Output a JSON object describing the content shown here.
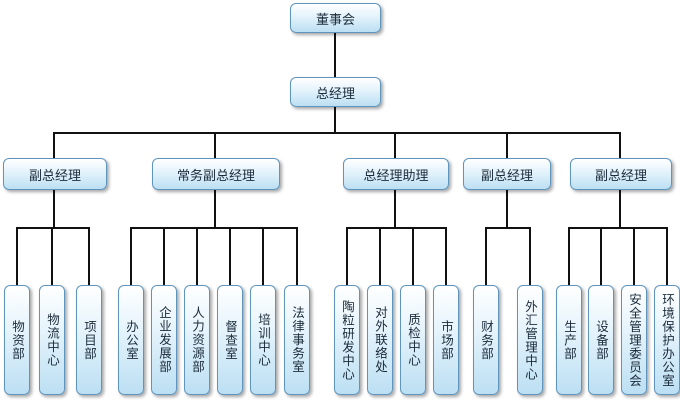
{
  "board": "董事会",
  "gm": "总经理",
  "deputies": [
    {
      "label": "副总经理",
      "depts": [
        "物资部",
        "物流中心",
        "项目部"
      ]
    },
    {
      "label": "常务副总经理",
      "depts": [
        "办公室",
        "企业发展部",
        "人力资源部",
        "督查室",
        "培训中心",
        "法律事务室"
      ]
    },
    {
      "label": "总经理助理",
      "depts": [
        "陶粒研发中心",
        "对外联络处",
        "质检中心",
        "市场部"
      ]
    },
    {
      "label": "副总经理",
      "depts": [
        "财务部",
        "外汇管理中心"
      ]
    },
    {
      "label": "副总经理",
      "depts": [
        "生产部",
        "设备部",
        "安全管理委员会",
        "环境保护办公室"
      ]
    }
  ],
  "colors": {
    "line": "#111111",
    "border": "#5f95bd",
    "fill_top": "#ffffff",
    "fill_bottom": "#bcdff3"
  }
}
